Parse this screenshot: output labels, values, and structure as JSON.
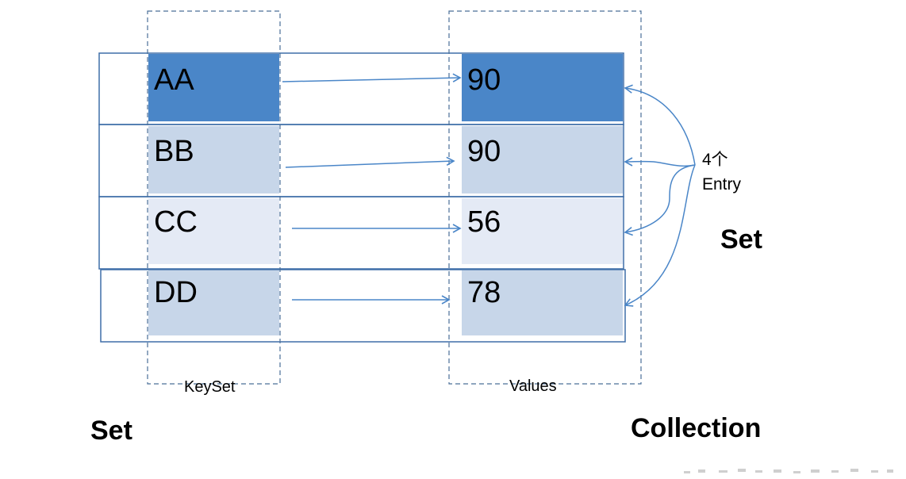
{
  "entries": [
    {
      "key": "AA",
      "value": "90"
    },
    {
      "key": "BB",
      "value": "90"
    },
    {
      "key": "CC",
      "value": "56"
    },
    {
      "key": "DD",
      "value": "78"
    }
  ],
  "labels": {
    "keyset": "KeySet",
    "values": "Values",
    "entry_count": "4个",
    "entry_word": "Entry",
    "keyset_type": "Set",
    "values_type": "Collection",
    "entry_set_type": "Set"
  },
  "colors": {
    "row_border": "#3f6ea8",
    "arrow": "#4a86c8",
    "dashed_border": "#4a6f98",
    "cell_row1": "#4a86c8",
    "cell_row2": "#c7d6e9",
    "cell_row3": "#e4eaf5",
    "cell_row4": "#c7d6e9"
  }
}
